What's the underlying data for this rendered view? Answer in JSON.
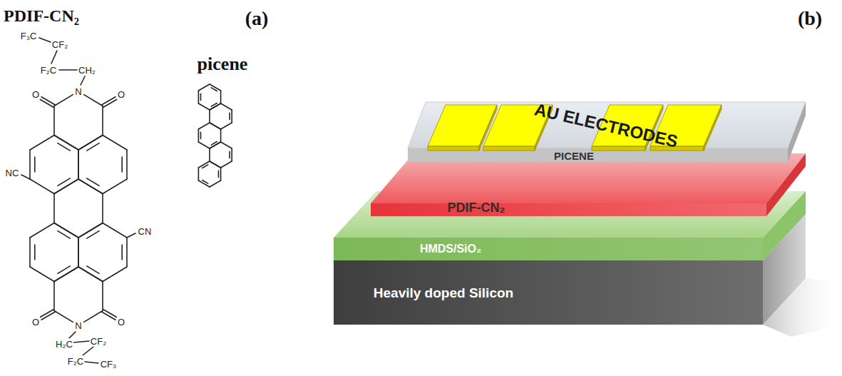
{
  "diagram": {
    "nodes": [
      {
        "text": [
          "AU ELECTRODES"
        ]
      },
      {
        "text": [
          "PICENE"
        ]
      },
      {
        "text": [
          "PDIF-CN₂"
        ]
      },
      {
        "text": [
          "HMDS/SiO₂"
        ]
      },
      {
        "text": [
          "Heavily doped Silicon"
        ]
      }
    ],
    "labels": [
      "PDIF-CN₂",
      "(a)",
      "picene",
      "(b)",
      "F₃C",
      "CF₂",
      "F₂C",
      "CH₂",
      "O",
      "N",
      "O",
      "NC",
      "CN",
      "O",
      "N",
      "O",
      "H₂C",
      "CF₂",
      "F₂C",
      "CF₃"
    ]
  }
}
